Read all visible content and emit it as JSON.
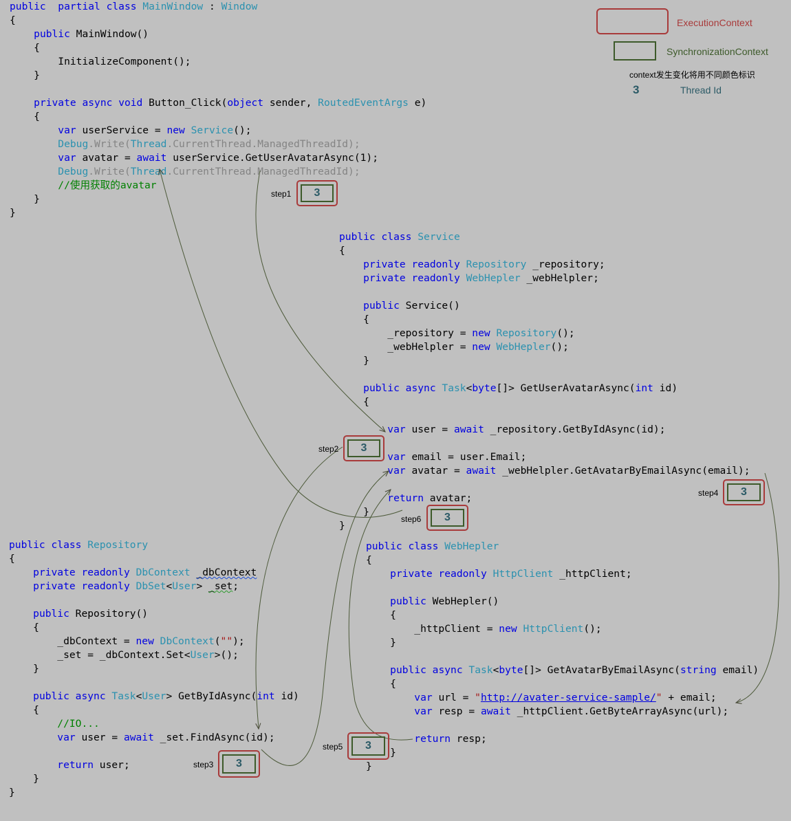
{
  "legend": {
    "execution_context": "ExecutionContext",
    "synchronization_context": "SynchronizationContext",
    "note": "context发生变化将用不同颜色标识",
    "thread_id_value": "3",
    "thread_id_label": "Thread Id",
    "colors": {
      "execution_context": "#a83a3a",
      "synchronization_context": "#3d5a2a",
      "thread_id": "#2b5a66"
    }
  },
  "steps": [
    {
      "label": "step1",
      "thread_id": "3"
    },
    {
      "label": "step2",
      "thread_id": "3"
    },
    {
      "label": "step3",
      "thread_id": "3"
    },
    {
      "label": "step4",
      "thread_id": "3"
    },
    {
      "label": "step5",
      "thread_id": "3"
    },
    {
      "label": "step6",
      "thread_id": "3"
    }
  ],
  "code": {
    "main_window": [
      [
        [
          "kw",
          "public"
        ],
        [
          "",
          "  "
        ],
        [
          "kw",
          "partial"
        ],
        [
          "",
          " "
        ],
        [
          "kw",
          "class"
        ],
        [
          "",
          " "
        ],
        [
          "ty",
          "MainWindow"
        ],
        [
          "",
          " : "
        ],
        [
          "ty",
          "Window"
        ]
      ],
      [
        [
          "",
          "{"
        ]
      ],
      [
        [
          "",
          "    "
        ],
        [
          "kw",
          "public"
        ],
        [
          "",
          " MainWindow()"
        ]
      ],
      [
        [
          "",
          "    {"
        ]
      ],
      [
        [
          "",
          "        InitializeComponent();"
        ]
      ],
      [
        [
          "",
          "    }"
        ]
      ],
      [
        [
          "",
          ""
        ]
      ],
      [
        [
          "",
          "    "
        ],
        [
          "kw",
          "private"
        ],
        [
          "",
          " "
        ],
        [
          "kw",
          "async"
        ],
        [
          "",
          " "
        ],
        [
          "kw",
          "void"
        ],
        [
          "",
          " Button_Click("
        ],
        [
          "kw",
          "object"
        ],
        [
          "",
          " sender, "
        ],
        [
          "ty",
          "RoutedEventArgs"
        ],
        [
          "",
          " e)"
        ]
      ],
      [
        [
          "",
          "    {"
        ]
      ],
      [
        [
          "",
          "        "
        ],
        [
          "kw",
          "var"
        ],
        [
          "",
          " userService = "
        ],
        [
          "kw",
          "new"
        ],
        [
          "",
          " "
        ],
        [
          "ty",
          "Service"
        ],
        [
          "",
          "();"
        ]
      ],
      [
        [
          "",
          "        "
        ],
        [
          "ty",
          "Debug"
        ],
        [
          "gr",
          ".Write("
        ],
        [
          "ty",
          "Thread"
        ],
        [
          "gr",
          ".CurrentThread.ManagedThreadId);"
        ]
      ],
      [
        [
          "",
          "        "
        ],
        [
          "kw",
          "var"
        ],
        [
          "",
          " avatar = "
        ],
        [
          "kw",
          "await"
        ],
        [
          "",
          " userService.GetUserAvatarAsync(1);"
        ]
      ],
      [
        [
          "",
          "        "
        ],
        [
          "ty",
          "Debug"
        ],
        [
          "gr",
          ".Write("
        ],
        [
          "ty",
          "Thread"
        ],
        [
          "gr",
          ".CurrentThread.ManagedThreadId);"
        ]
      ],
      [
        [
          "",
          "        "
        ],
        [
          "cm",
          "//使用获取的avatar"
        ]
      ],
      [
        [
          "",
          "    }"
        ]
      ],
      [
        [
          "",
          "}"
        ]
      ]
    ],
    "service": [
      [
        [
          "kw",
          "public"
        ],
        [
          "",
          " "
        ],
        [
          "kw",
          "class"
        ],
        [
          "",
          " "
        ],
        [
          "ty",
          "Service"
        ]
      ],
      [
        [
          "",
          "{"
        ]
      ],
      [
        [
          "",
          "    "
        ],
        [
          "kw",
          "private"
        ],
        [
          "",
          " "
        ],
        [
          "kw",
          "readonly"
        ],
        [
          "",
          " "
        ],
        [
          "ty",
          "Repository"
        ],
        [
          "",
          " _repository;"
        ]
      ],
      [
        [
          "",
          "    "
        ],
        [
          "kw",
          "private"
        ],
        [
          "",
          " "
        ],
        [
          "kw",
          "readonly"
        ],
        [
          "",
          " "
        ],
        [
          "ty",
          "WebHepler"
        ],
        [
          "",
          " _webHelpler;"
        ]
      ],
      [
        [
          "",
          ""
        ]
      ],
      [
        [
          "",
          "    "
        ],
        [
          "kw",
          "public"
        ],
        [
          "",
          " Service()"
        ]
      ],
      [
        [
          "",
          "    {"
        ]
      ],
      [
        [
          "",
          "        _repository = "
        ],
        [
          "kw",
          "new"
        ],
        [
          "",
          " "
        ],
        [
          "ty",
          "Repository"
        ],
        [
          "",
          "();"
        ]
      ],
      [
        [
          "",
          "        _webHelpler = "
        ],
        [
          "kw",
          "new"
        ],
        [
          "",
          " "
        ],
        [
          "ty",
          "WebHepler"
        ],
        [
          "",
          "();"
        ]
      ],
      [
        [
          "",
          "    }"
        ]
      ],
      [
        [
          "",
          ""
        ]
      ],
      [
        [
          "",
          "    "
        ],
        [
          "kw",
          "public"
        ],
        [
          "",
          " "
        ],
        [
          "kw",
          "async"
        ],
        [
          "",
          " "
        ],
        [
          "ty",
          "Task"
        ],
        [
          "",
          "<"
        ],
        [
          "kw",
          "byte"
        ],
        [
          "",
          "[]> GetUserAvatarAsync("
        ],
        [
          "kw",
          "int"
        ],
        [
          "",
          " id)"
        ]
      ],
      [
        [
          "",
          "    {"
        ]
      ],
      [
        [
          "",
          ""
        ]
      ],
      [
        [
          "",
          "        "
        ],
        [
          "kw",
          "var"
        ],
        [
          "",
          " user = "
        ],
        [
          "kw",
          "await"
        ],
        [
          "",
          " _repository.GetByIdAsync(id);"
        ]
      ],
      [
        [
          "",
          ""
        ]
      ],
      [
        [
          "",
          "        "
        ],
        [
          "kw",
          "var"
        ],
        [
          "",
          " email = user.Email;"
        ]
      ],
      [
        [
          "",
          "        "
        ],
        [
          "kw",
          "var"
        ],
        [
          "",
          " avatar = "
        ],
        [
          "kw",
          "await"
        ],
        [
          "",
          " _webHelpler.GetAvatarByEmailAsync(email);"
        ]
      ],
      [
        [
          "",
          ""
        ]
      ],
      [
        [
          "",
          "        "
        ],
        [
          "kw",
          "return"
        ],
        [
          "",
          " avatar;"
        ]
      ],
      [
        [
          "",
          "    }"
        ]
      ],
      [
        [
          "",
          "}"
        ]
      ]
    ],
    "repository": [
      [
        [
          "kw",
          "public"
        ],
        [
          "",
          " "
        ],
        [
          "kw",
          "class"
        ],
        [
          "",
          " "
        ],
        [
          "ty",
          "Repository"
        ]
      ],
      [
        [
          "",
          "{"
        ]
      ],
      [
        [
          "",
          "    "
        ],
        [
          "kw",
          "private"
        ],
        [
          "",
          " "
        ],
        [
          "kw",
          "readonly"
        ],
        [
          "",
          " "
        ],
        [
          "ty",
          "DbContext"
        ],
        [
          "",
          " "
        ],
        [
          "sqb",
          "_dbContext"
        ],
        [
          ";"
        ]
      ],
      [
        [
          "",
          "    "
        ],
        [
          "kw",
          "private"
        ],
        [
          "",
          " "
        ],
        [
          "kw",
          "readonly"
        ],
        [
          "",
          " "
        ],
        [
          "ty",
          "DbSet"
        ],
        [
          "",
          "<"
        ],
        [
          "ty",
          "User"
        ],
        [
          "",
          "> "
        ],
        [
          "sqg",
          "_set"
        ],
        [
          "",
          ";"
        ]
      ],
      [
        [
          "",
          ""
        ]
      ],
      [
        [
          "",
          "    "
        ],
        [
          "kw",
          "public"
        ],
        [
          "",
          " Repository()"
        ]
      ],
      [
        [
          "",
          "    {"
        ]
      ],
      [
        [
          "",
          "        _dbContext = "
        ],
        [
          "kw",
          "new"
        ],
        [
          "",
          " "
        ],
        [
          "ty",
          "DbContext"
        ],
        [
          "",
          "("
        ],
        [
          "st",
          "\"\""
        ],
        [
          "",
          ");"
        ]
      ],
      [
        [
          "",
          "        _set = _dbContext.Set<"
        ],
        [
          "ty",
          "User"
        ],
        [
          "",
          ">();"
        ]
      ],
      [
        [
          "",
          "    }"
        ]
      ],
      [
        [
          "",
          ""
        ]
      ],
      [
        [
          "",
          "    "
        ],
        [
          "kw",
          "public"
        ],
        [
          "",
          " "
        ],
        [
          "kw",
          "async"
        ],
        [
          "",
          " "
        ],
        [
          "ty",
          "Task"
        ],
        [
          "",
          "<"
        ],
        [
          "ty",
          "User"
        ],
        [
          "",
          "> GetByIdAsync("
        ],
        [
          "kw",
          "int"
        ],
        [
          "",
          " id)"
        ]
      ],
      [
        [
          "",
          "    {"
        ]
      ],
      [
        [
          "",
          "        "
        ],
        [
          "cm",
          "//IO..."
        ]
      ],
      [
        [
          "",
          "        "
        ],
        [
          "kw",
          "var"
        ],
        [
          "",
          " user = "
        ],
        [
          "kw",
          "await"
        ],
        [
          "",
          " _set.FindAsync(id);"
        ]
      ],
      [
        [
          "",
          ""
        ]
      ],
      [
        [
          "",
          "        "
        ],
        [
          "kw",
          "return"
        ],
        [
          "",
          " user;"
        ]
      ],
      [
        [
          "",
          "    }"
        ]
      ],
      [
        [
          "",
          "}"
        ]
      ]
    ],
    "webhelper": [
      [
        [
          "kw",
          "public"
        ],
        [
          "",
          " "
        ],
        [
          "kw",
          "class"
        ],
        [
          "",
          " "
        ],
        [
          "ty",
          "WebHepler"
        ]
      ],
      [
        [
          "",
          "{"
        ]
      ],
      [
        [
          "",
          "    "
        ],
        [
          "kw",
          "private"
        ],
        [
          "",
          " "
        ],
        [
          "kw",
          "readonly"
        ],
        [
          "",
          " "
        ],
        [
          "ty",
          "HttpClient"
        ],
        [
          "",
          " _httpClient;"
        ]
      ],
      [
        [
          "",
          ""
        ]
      ],
      [
        [
          "",
          "    "
        ],
        [
          "kw",
          "public"
        ],
        [
          "",
          " WebHepler()"
        ]
      ],
      [
        [
          "",
          "    {"
        ]
      ],
      [
        [
          "",
          "        _httpClient = "
        ],
        [
          "kw",
          "new"
        ],
        [
          "",
          " "
        ],
        [
          "ty",
          "HttpClient"
        ],
        [
          "",
          "();"
        ]
      ],
      [
        [
          "",
          "    }"
        ]
      ],
      [
        [
          "",
          ""
        ]
      ],
      [
        [
          "",
          "    "
        ],
        [
          "kw",
          "public"
        ],
        [
          "",
          " "
        ],
        [
          "kw",
          "async"
        ],
        [
          "",
          " "
        ],
        [
          "ty",
          "Task"
        ],
        [
          "",
          "<"
        ],
        [
          "kw",
          "byte"
        ],
        [
          "",
          "[]> GetAvatarByEmailAsync("
        ],
        [
          "kw",
          "string"
        ],
        [
          "",
          " email)"
        ]
      ],
      [
        [
          "",
          "    {"
        ]
      ],
      [
        [
          "",
          "        "
        ],
        [
          "kw",
          "var"
        ],
        [
          "",
          " url = "
        ],
        [
          "st",
          "\""
        ],
        [
          "url",
          "http://avater-service-sample/"
        ],
        [
          "st",
          "\""
        ],
        [
          "",
          " + email;"
        ]
      ],
      [
        [
          "",
          "        "
        ],
        [
          "kw",
          "var"
        ],
        [
          "",
          " resp = "
        ],
        [
          "kw",
          "await"
        ],
        [
          "",
          " _httpClient.GetByteArrayAsync(url);"
        ]
      ],
      [
        [
          "",
          ""
        ]
      ],
      [
        [
          "",
          "        "
        ],
        [
          "kw",
          "return"
        ],
        [
          "",
          " resp;"
        ]
      ],
      [
        [
          "",
          "    }"
        ]
      ],
      [
        [
          "",
          "}"
        ]
      ]
    ]
  }
}
